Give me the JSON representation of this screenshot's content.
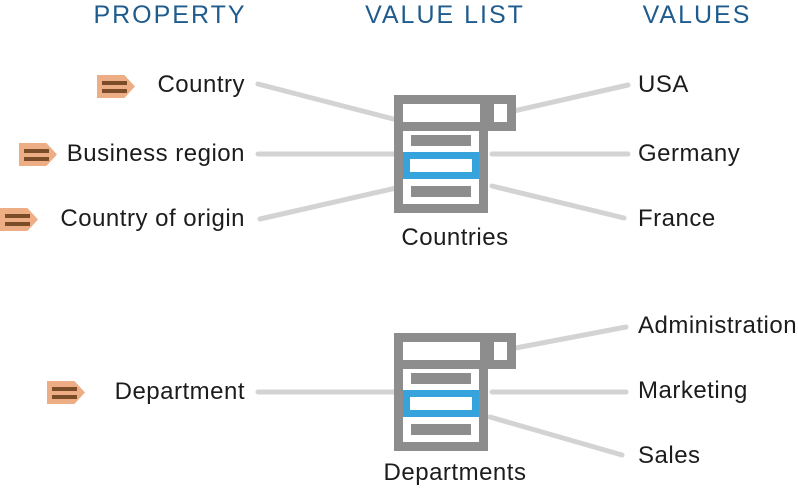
{
  "headers": {
    "property": "PROPERTY",
    "value_list": "VALUE LIST",
    "values": "VALUES"
  },
  "properties": [
    {
      "label": "Country"
    },
    {
      "label": "Business region"
    },
    {
      "label": "Country of origin"
    },
    {
      "label": "Department"
    }
  ],
  "value_lists": [
    {
      "label": "Countries"
    },
    {
      "label": "Departments"
    }
  ],
  "values": [
    {
      "label": "USA"
    },
    {
      "label": "Germany"
    },
    {
      "label": "France"
    },
    {
      "label": "Administration"
    },
    {
      "label": "Marketing"
    },
    {
      "label": "Sales"
    }
  ],
  "icons": {
    "tag": "tag-icon",
    "value_list": "value-list-icon"
  },
  "colors": {
    "header_blue": "#1f5c8d",
    "text": "#1c1c1c",
    "connector_gray": "#d3d3d3",
    "icon_gray": "#8d8d8d",
    "icon_highlight_blue": "#36a3dc",
    "tag_orange": "#edae85",
    "tag_stripe_brown": "#7a4d28"
  }
}
